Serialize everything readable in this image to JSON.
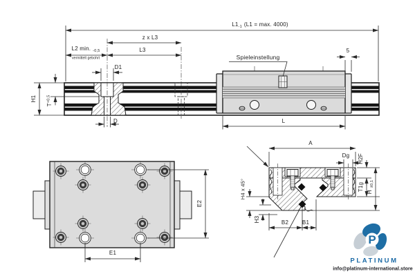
{
  "top": {
    "l1_base": "L1",
    "l1_sub": "-1",
    "l1_rest": "(L1 = max. 4000)",
    "zxl3": "z x L3",
    "l2_base": "L2 min.",
    "l2_sub": "-0,5",
    "l2_note": "vermittelt gebohrt",
    "l3": "L3",
    "d1": "D1",
    "d": "D",
    "h1": "H1",
    "t_base": "T",
    "t_sup": "+0,5",
    "spieleinstellung": "Spieleinstellung",
    "five": "5",
    "l": "L"
  },
  "plan": {
    "e1": "E1",
    "e2": "E2"
  },
  "section": {
    "a": "A",
    "dg": "Dg",
    "h2f": "H2F",
    "t1g": "T1g",
    "h_base": "H",
    "h_tol": "±0,1",
    "h4": "H4 x 45°",
    "h3": "H3",
    "b2": "B2",
    "b1": "B1"
  },
  "branding": {
    "monogram": "P",
    "name": "PLATINUM",
    "email": "info@platinum-international.store"
  },
  "colors": {
    "line": "#2a2a2a",
    "fill_light": "#dcdcdc",
    "stripe_black": "#151515",
    "brand_blue": "#1e6ea5",
    "brand_gray": "#c6ced5",
    "email_text": "#17171c"
  }
}
